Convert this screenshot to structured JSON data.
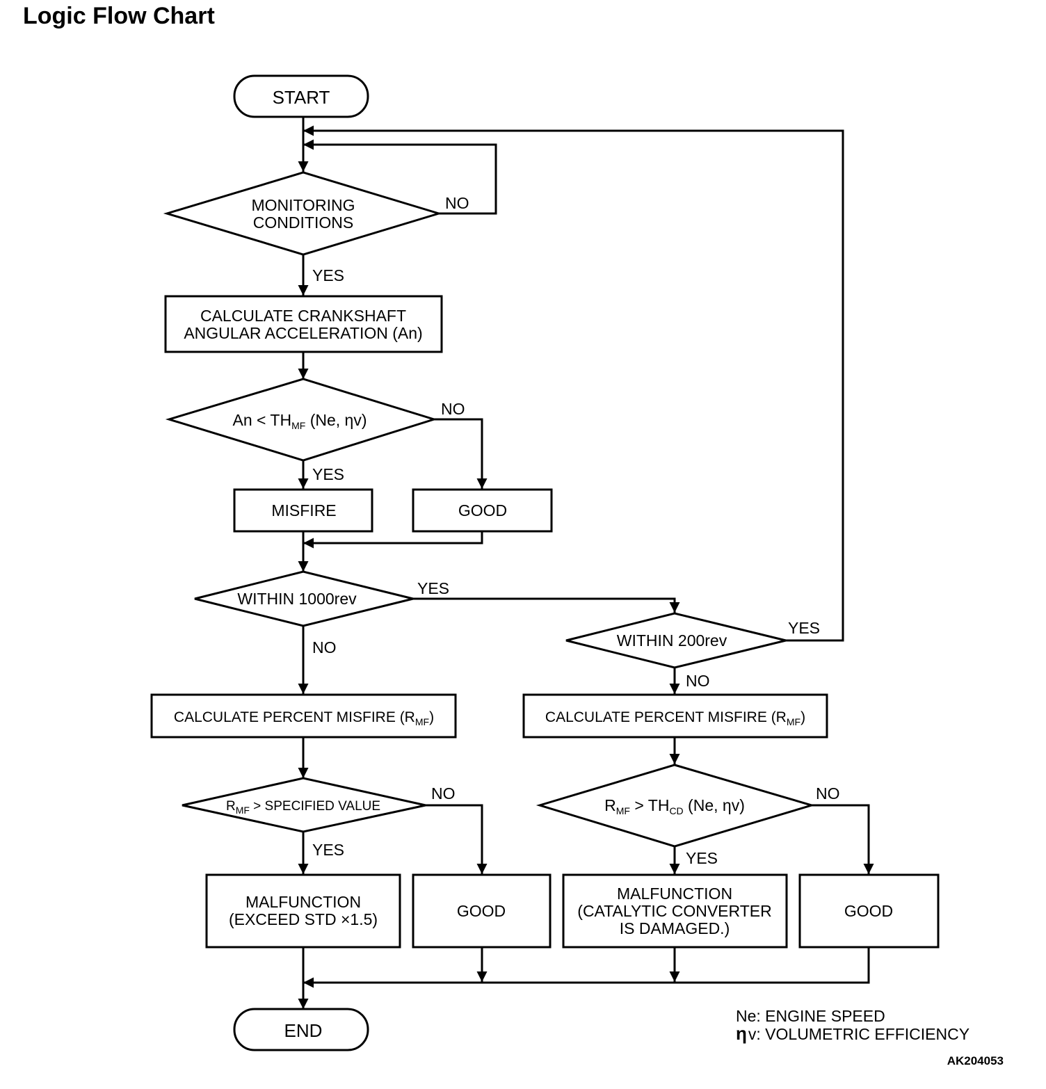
{
  "title": "Logic Flow Chart",
  "nodes": {
    "start": "START",
    "monitoring": [
      "MONITORING",
      "CONDITIONS"
    ],
    "calc_accel": [
      "CALCULATE CRANKSHAFT",
      "ANGULAR ACCELERATION (An)"
    ],
    "an_check": {
      "pre": "An < TH",
      "sub": "MF",
      "post": " (Ne, ηv)"
    },
    "misfire": "MISFIRE",
    "good1": "GOOD",
    "within1000": "WITHIN 1000rev",
    "within200": "WITHIN 200rev",
    "calc_pct": {
      "pre": "CALCULATE PERCENT MISFIRE (R",
      "sub": "MF",
      "post": ")"
    },
    "rmf_spec": {
      "pre": "R",
      "sub": "MF",
      "post": " > SPECIFIED VALUE"
    },
    "rmf_th": {
      "pre1": "R",
      "sub1": "MF",
      "mid": " > TH",
      "sub2": "CD",
      "post": " (Ne, ηv)"
    },
    "malfunction1": [
      "MALFUNCTION",
      "(EXCEED STD  ×1.5)"
    ],
    "good2": "GOOD",
    "malfunction2": [
      "MALFUNCTION",
      "(CATALYTIC CONVERTER",
      "IS DAMAGED.)"
    ],
    "good3": "GOOD",
    "end": "END"
  },
  "branch_labels": {
    "yes": "YES",
    "no": "NO"
  },
  "legend": {
    "ne": "Ne: ENGINE SPEED",
    "eta_symbol": "η",
    "eta": "v: VOLUMETRIC EFFICIENCY"
  },
  "figure_code": "AK204053"
}
